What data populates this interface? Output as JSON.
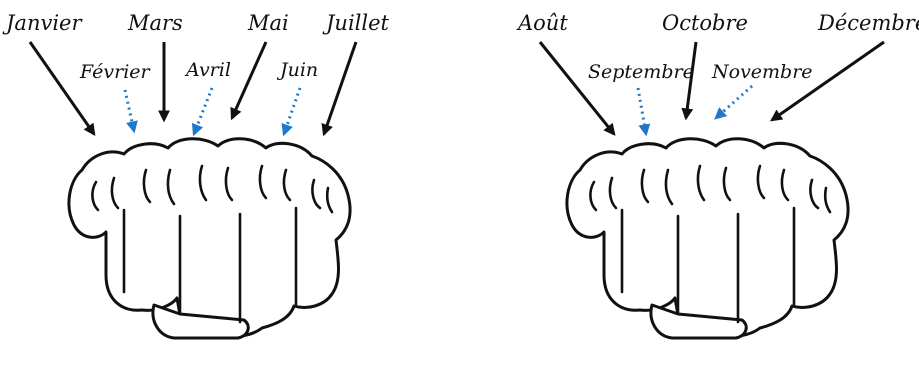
{
  "colors": {
    "long_month_arrow": "#111111",
    "short_month_arrow": "#1f78c8",
    "text": "#111111",
    "background": "#ffffff"
  },
  "left_fist": {
    "months": [
      {
        "label": "Janvier",
        "arrow": "solid"
      },
      {
        "label": "Février",
        "arrow": "dotted"
      },
      {
        "label": "Mars",
        "arrow": "solid"
      },
      {
        "label": "Avril",
        "arrow": "dotted"
      },
      {
        "label": "Mai",
        "arrow": "solid"
      },
      {
        "label": "Juin",
        "arrow": "dotted"
      },
      {
        "label": "Juillet",
        "arrow": "solid"
      }
    ]
  },
  "right_fist": {
    "months": [
      {
        "label": "Août",
        "arrow": "solid"
      },
      {
        "label": "Septembre",
        "arrow": "dotted"
      },
      {
        "label": "Octobre",
        "arrow": "solid"
      },
      {
        "label": "Novembre",
        "arrow": "dotted"
      },
      {
        "label": "Décembre",
        "arrow": "solid"
      }
    ]
  }
}
